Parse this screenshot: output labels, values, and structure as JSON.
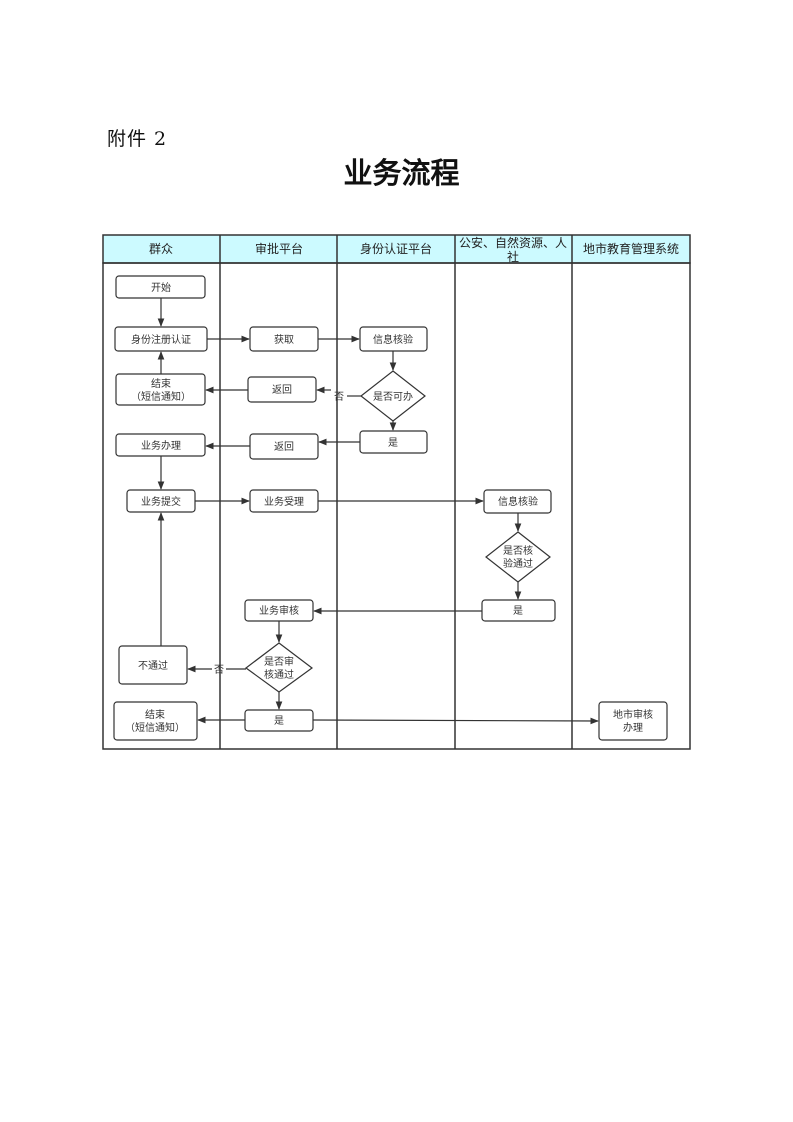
{
  "document": {
    "attachment_label": "附件 2",
    "title": "业务流程"
  },
  "colors": {
    "header_fill": "#ccfaff",
    "line": "#333333"
  },
  "lanes": [
    {
      "id": "public",
      "label": "群众"
    },
    {
      "id": "approval",
      "label": "审批平台"
    },
    {
      "id": "identity",
      "label": "身份认证平台"
    },
    {
      "id": "agencies",
      "label_line1": "公安、自然资源、人",
      "label_line2": "社"
    },
    {
      "id": "education",
      "label": "地市教育管理系统"
    }
  ],
  "nodes": {
    "start": {
      "text": "开始",
      "lane": "public",
      "shape": "rounded-rect"
    },
    "register": {
      "text": "身份注册认证",
      "lane": "public",
      "shape": "rounded-rect"
    },
    "end_sms_1": {
      "line1": "结束",
      "line2": "（短信通知）",
      "lane": "public",
      "shape": "rounded-rect"
    },
    "handle": {
      "text": "业务办理",
      "lane": "public",
      "shape": "rounded-rect"
    },
    "submit": {
      "text": "业务提交",
      "lane": "public",
      "shape": "rounded-rect"
    },
    "not_pass": {
      "text": "不通过",
      "lane": "public",
      "shape": "rounded-rect"
    },
    "end_sms_2": {
      "line1": "结束",
      "line2": "（短信通知）",
      "lane": "public",
      "shape": "rounded-rect"
    },
    "fetch": {
      "text": "获取",
      "lane": "approval",
      "shape": "rounded-rect"
    },
    "return_1": {
      "text": "返回",
      "lane": "approval",
      "shape": "rounded-rect"
    },
    "return_2": {
      "text": "返回",
      "lane": "approval",
      "shape": "rounded-rect"
    },
    "accept": {
      "text": "业务受理",
      "lane": "approval",
      "shape": "rounded-rect"
    },
    "review": {
      "text": "业务审核",
      "lane": "approval",
      "shape": "rounded-rect"
    },
    "review_pass": {
      "line1": "是否审",
      "line2": "核通过",
      "lane": "approval",
      "shape": "diamond"
    },
    "yes_approval": {
      "text": "是",
      "lane": "approval",
      "shape": "rounded-rect"
    },
    "verify_1": {
      "text": "信息核验",
      "lane": "identity",
      "shape": "rounded-rect"
    },
    "can_handle": {
      "text": "是否可办",
      "lane": "identity",
      "shape": "diamond"
    },
    "yes_identity": {
      "text": "是",
      "lane": "identity",
      "shape": "rounded-rect"
    },
    "verify_2": {
      "text": "信息核验",
      "lane": "agencies",
      "shape": "rounded-rect"
    },
    "verify_pass": {
      "line1": "是否核",
      "line2": "验通过",
      "lane": "agencies",
      "shape": "diamond"
    },
    "yes_agencies": {
      "text": "是",
      "lane": "agencies",
      "shape": "rounded-rect"
    },
    "city_review": {
      "line1": "地市审核",
      "line2": "办理",
      "lane": "education",
      "shape": "rounded-rect"
    }
  },
  "edge_labels": {
    "no_1": "否",
    "no_2": "否"
  },
  "edges": [
    {
      "from": "start",
      "to": "register"
    },
    {
      "from": "register",
      "to": "fetch"
    },
    {
      "from": "fetch",
      "to": "verify_1"
    },
    {
      "from": "verify_1",
      "to": "can_handle"
    },
    {
      "from": "can_handle",
      "to": "return_1",
      "label": "否"
    },
    {
      "from": "return_1",
      "to": "end_sms_1"
    },
    {
      "from": "end_sms_1",
      "to": "register"
    },
    {
      "from": "can_handle",
      "to": "yes_identity"
    },
    {
      "from": "yes_identity",
      "to": "return_2"
    },
    {
      "from": "return_2",
      "to": "handle"
    },
    {
      "from": "handle",
      "to": "submit"
    },
    {
      "from": "submit",
      "to": "accept"
    },
    {
      "from": "accept",
      "to": "verify_2"
    },
    {
      "from": "verify_2",
      "to": "verify_pass"
    },
    {
      "from": "verify_pass",
      "to": "yes_agencies"
    },
    {
      "from": "yes_agencies",
      "to": "review"
    },
    {
      "from": "review",
      "to": "review_pass"
    },
    {
      "from": "review_pass",
      "to": "not_pass",
      "label": "否"
    },
    {
      "from": "not_pass",
      "to": "submit"
    },
    {
      "from": "review_pass",
      "to": "yes_approval"
    },
    {
      "from": "yes_approval",
      "to": "end_sms_2"
    },
    {
      "from": "yes_approval",
      "to": "city_review"
    }
  ]
}
